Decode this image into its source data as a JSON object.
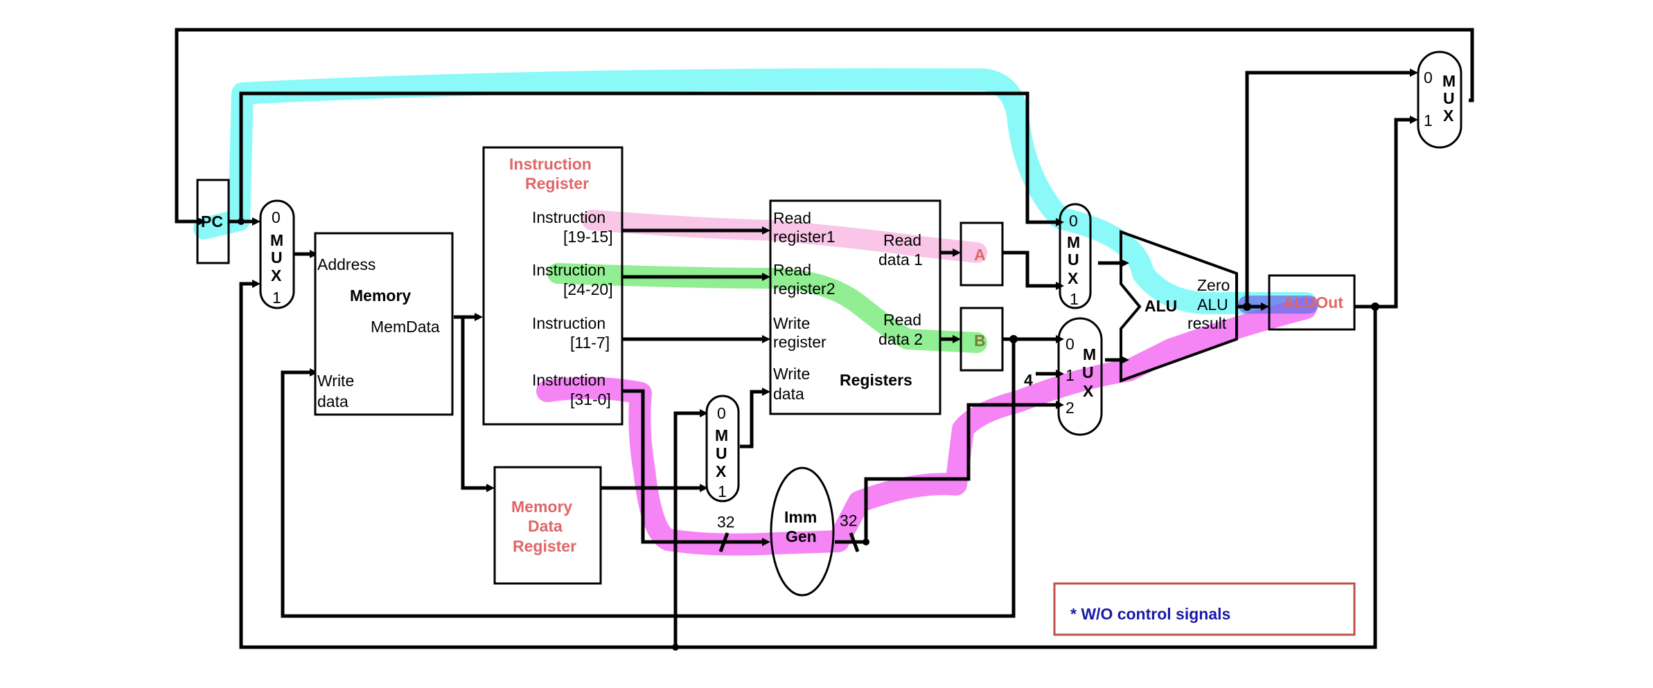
{
  "pc": {
    "label": "PC"
  },
  "mux_addr": {
    "in0": "0",
    "in1": "1",
    "m": "M",
    "u": "U",
    "x": "X"
  },
  "memory": {
    "address": "Address",
    "title": "Memory",
    "memdata": "MemData",
    "write1": "Write",
    "write2": "data"
  },
  "ir": {
    "title1": "Instruction",
    "title2": "Register",
    "f1a": "Instruction",
    "f1b": "[19-15]",
    "f2a": "Instruction",
    "f2b": "[24-20]",
    "f3a": "Instruction",
    "f3b": "[11-7]",
    "f4a": "Instruction",
    "f4b": "[31-0]"
  },
  "mdr": {
    "l1": "Memory",
    "l2": "Data",
    "l3": "Register"
  },
  "mux_wd": {
    "in0": "0",
    "in1": "1",
    "m": "M",
    "u": "U",
    "x": "X"
  },
  "registers": {
    "rr1a": "Read",
    "rr1b": "register1",
    "rr2a": "Read",
    "rr2b": "register2",
    "wra": "Write",
    "wrb": "register",
    "wda": "Write",
    "wdb": "data",
    "rd1a": "Read",
    "rd1b": "data 1",
    "rd2a": "Read",
    "rd2b": "data 2",
    "title": "Registers"
  },
  "imm": {
    "l1": "Imm",
    "l2": "Gen",
    "bits_in": "32",
    "bits_out": "32"
  },
  "reg_a": {
    "label": "A"
  },
  "reg_b": {
    "label": "B"
  },
  "mux_alu_a": {
    "in0": "0",
    "in1": "1",
    "m": "M",
    "u": "U",
    "x": "X"
  },
  "mux_alu_b": {
    "in0": "0",
    "in1": "1",
    "in2": "2",
    "m": "M",
    "u": "U",
    "x": "X",
    "const4": "4"
  },
  "alu": {
    "label": "ALU",
    "zero": "Zero",
    "res1": "ALU",
    "res2": "result"
  },
  "aluout": {
    "label": "ALUOut"
  },
  "mux_pc": {
    "in0": "0",
    "in1": "1",
    "m": "M",
    "u": "U",
    "x": "X"
  },
  "note": {
    "text": "* W/O control signals"
  },
  "colors": {
    "cyan": "#66f7f7",
    "pink": "#f7b3df",
    "green": "#6ee86e",
    "magenta": "#f25cf2",
    "red_text": "#e06666",
    "note_text": "#1a1aa8",
    "note_border": "#c0504d"
  }
}
